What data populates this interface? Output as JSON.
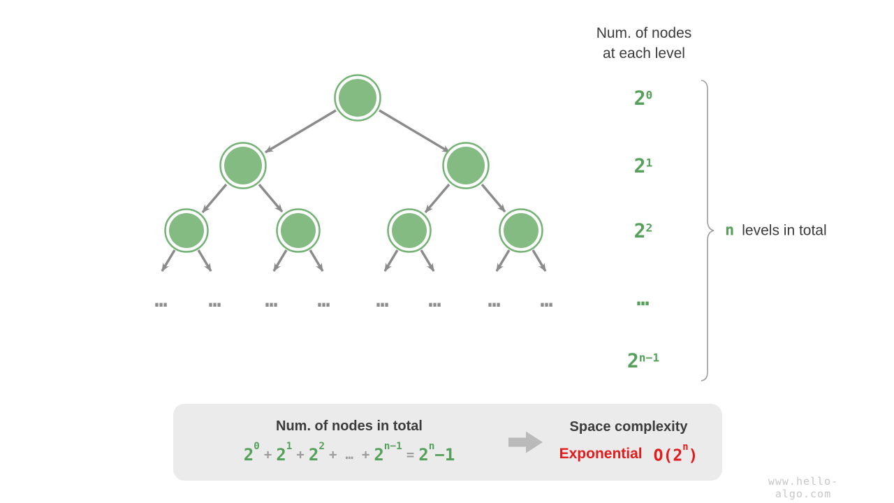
{
  "header": {
    "line1": "Num. of nodes",
    "line2": "at each level"
  },
  "levels": {
    "items": [
      {
        "base": "2",
        "sup": "0"
      },
      {
        "base": "2",
        "sup": "1"
      },
      {
        "base": "2",
        "sup": "2"
      },
      {
        "base": "2",
        "sup": "n−1"
      }
    ],
    "ellipsis": "…"
  },
  "brace_label": {
    "n": "n",
    "text": "levels in total"
  },
  "tree": {
    "leaf_ellipsis": "…"
  },
  "formula_box": {
    "left_title": "Num. of nodes in total",
    "formula": {
      "terms": [
        {
          "base": "2",
          "sup": "0"
        },
        {
          "base": "2",
          "sup": "1"
        },
        {
          "base": "2",
          "sup": "2"
        },
        {
          "base": "2",
          "sup": "n−1"
        }
      ],
      "plus": "+",
      "ellipsis": "…",
      "equals": "=",
      "result": {
        "base": "2",
        "sup": "n",
        "tail": "−1"
      }
    },
    "right_title": "Space complexity",
    "right_value": {
      "label": "Exponential",
      "big_o": {
        "pre": "O(2",
        "sup": "n",
        "post": ")"
      }
    }
  },
  "watermark": "www.hello-algo.com",
  "colors": {
    "node_fill": "#84BB82",
    "node_ring": "#74B174",
    "edge_gray": "#8B8B8B",
    "green_text": "#55A05A",
    "dark_text": "#3A3A3A",
    "red_text": "#E31B1C",
    "box_background": "#EBEBEB",
    "operator_gray": "#9B9B9B",
    "watermark_gray": "#C7C7C7"
  }
}
